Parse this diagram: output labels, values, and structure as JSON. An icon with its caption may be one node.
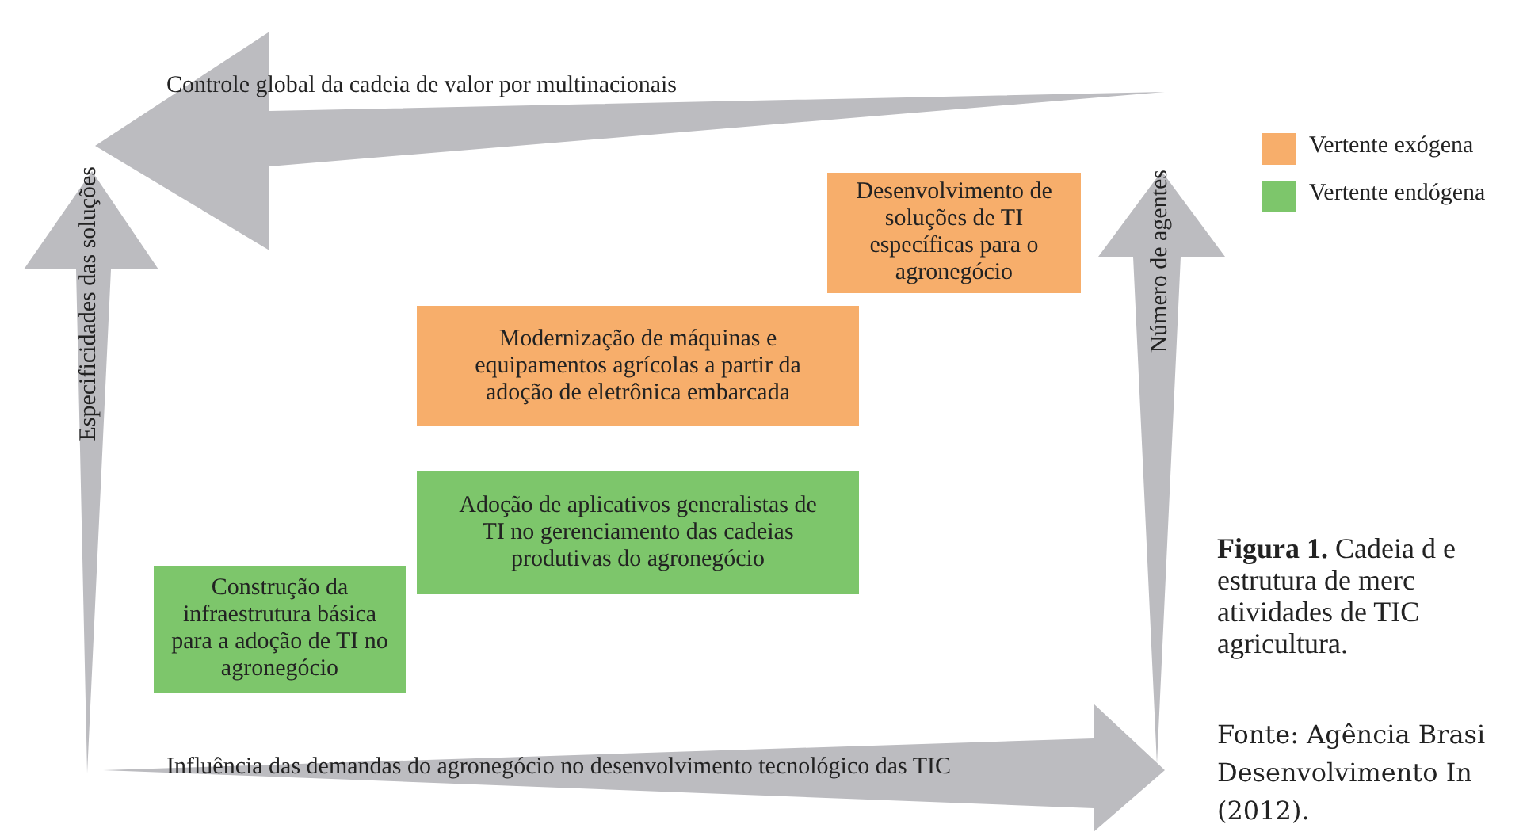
{
  "diagram": {
    "caption": "**Figura 1.** Cadeia d e estrutura de merc atividades de TIC agricultura.",
    "nodes": [
      {
        "text": [
          "Desenvolvimento de soluções de TI específicas para o agronegócio"
        ]
      },
      {
        "text": [
          "Modernização de máquinas e equipamentos agrícolas a partir da adoção de eletrônica embarcada"
        ]
      },
      {
        "text": [
          "Adoção de aplicativos generalistas de TI no gerenciamento das cadeias produtivas do agronegócio"
        ]
      },
      {
        "text": [
          "Construção da infraestrutura básica para a adoção de TI no agronegócio"
        ]
      }
    ],
    "labels": [
      "Controle global da cadeia de valor por multinacionais",
      "Especificidades das soluções",
      "Número de agentes",
      "Influência das demandas do agronegócio no desenvolvimento tecnológico das TIC",
      "Fonte: Agência Brasi Desenvolvimento In (2012)."
    ],
    "legend": [
      {
        "text": "Vertente exógena",
        "color": "#f7ae6b"
      },
      {
        "text": "Vertente endógena",
        "color": "#7dc66b"
      }
    ]
  }
}
